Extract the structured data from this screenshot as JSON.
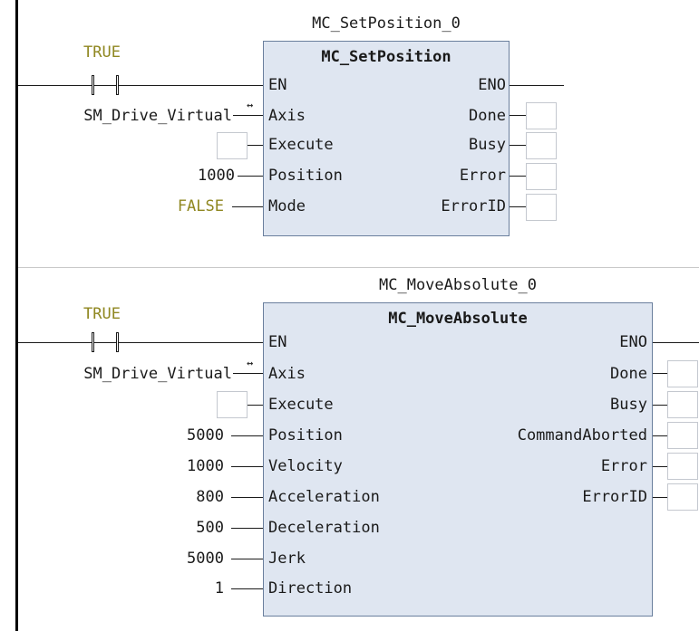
{
  "rungs": [
    {
      "instance_name": "MC_SetPosition_0",
      "block_type": "MC_SetPosition",
      "contact_label": "TRUE",
      "axis_variable": "SM_Drive_Virtual",
      "inputs": [
        {
          "name": "EN",
          "value": ""
        },
        {
          "name": "Axis",
          "value": "SM_Drive_Virtual"
        },
        {
          "name": "Execute",
          "value": ""
        },
        {
          "name": "Position",
          "value": "1000"
        },
        {
          "name": "Mode",
          "value": "FALSE"
        }
      ],
      "outputs": [
        {
          "name": "ENO"
        },
        {
          "name": "Done"
        },
        {
          "name": "Busy"
        },
        {
          "name": "Error"
        },
        {
          "name": "ErrorID"
        }
      ]
    },
    {
      "instance_name": "MC_MoveAbsolute_0",
      "block_type": "MC_MoveAbsolute",
      "contact_label": "TRUE",
      "axis_variable": "SM_Drive_Virtual",
      "inputs": [
        {
          "name": "EN",
          "value": ""
        },
        {
          "name": "Axis",
          "value": "SM_Drive_Virtual"
        },
        {
          "name": "Execute",
          "value": ""
        },
        {
          "name": "Position",
          "value": "5000"
        },
        {
          "name": "Velocity",
          "value": "1000"
        },
        {
          "name": "Acceleration",
          "value": "800"
        },
        {
          "name": "Deceleration",
          "value": "500"
        },
        {
          "name": "Jerk",
          "value": "5000"
        },
        {
          "name": "Direction",
          "value": "1"
        }
      ],
      "outputs": [
        {
          "name": "ENO"
        },
        {
          "name": "Done"
        },
        {
          "name": "Busy"
        },
        {
          "name": "CommandAborted"
        },
        {
          "name": "Error"
        },
        {
          "name": "ErrorID"
        }
      ]
    }
  ],
  "colors": {
    "block_fill": "#dfe6f1",
    "block_border": "#6a7f9d",
    "bool_literal": "#8f8720"
  },
  "icons": {
    "contact": "normally-open-contact-icon",
    "inout_arrow": "bidirectional-arrow-icon"
  }
}
